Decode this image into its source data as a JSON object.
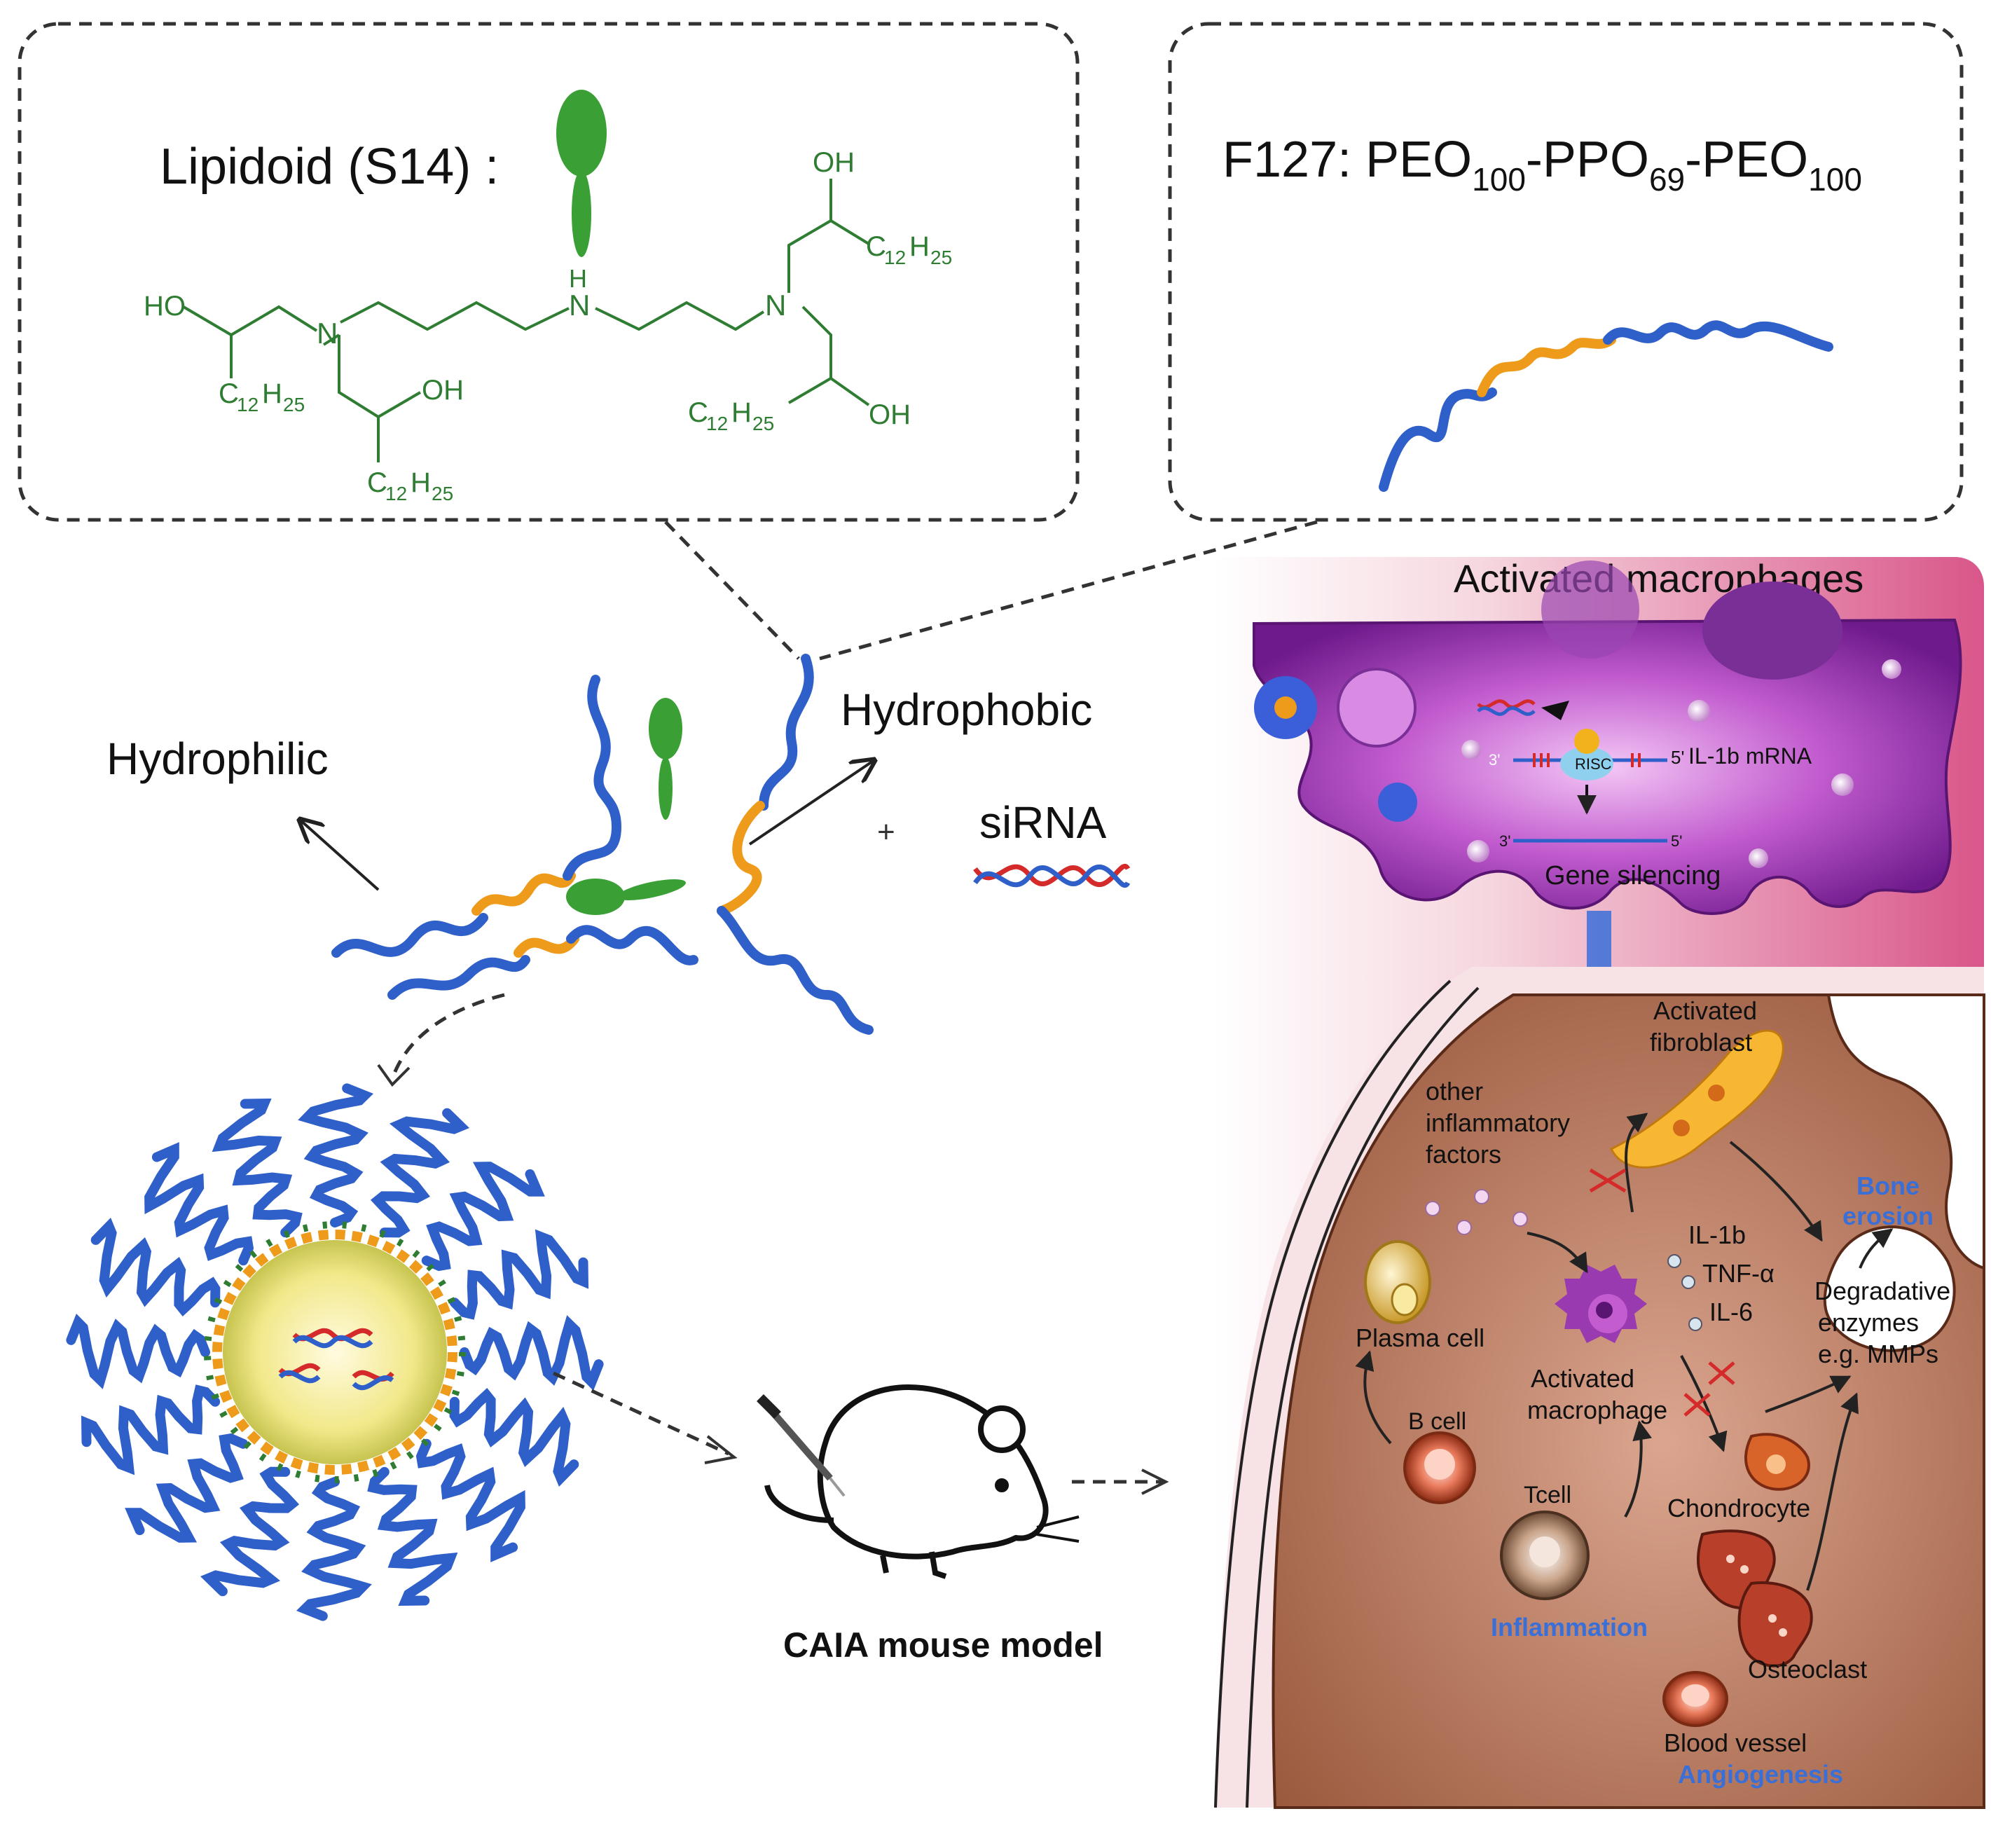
{
  "lipidoid": {
    "title": "Lipidoid (S14) :",
    "atoms": {
      "ho": "HO",
      "oh": "OH",
      "n": "N",
      "nh_h": "H",
      "nh_n": "N",
      "c": "C",
      "h": "H",
      "sub12": "12",
      "sub25": "25"
    }
  },
  "f127": {
    "prefix": "F127: PEO",
    "sub1": "100",
    "mid": "-PPO",
    "sub2": "69",
    "mid2": "-PEO",
    "sub3": "100"
  },
  "labels": {
    "hydrophilic": "Hydrophilic",
    "hydrophobic": "Hydrophobic",
    "plus": "+",
    "sirna": "siRNA",
    "mouse_model": "CAIA mouse model"
  },
  "panel": {
    "title": "Activated macrophages",
    "il1b_mrna": "IL-1b mRNA",
    "risc": "RISC",
    "three_prime": "3'",
    "five_prime": "5'",
    "gene_silencing": "Gene silencing",
    "activated_fibroblast_1": "Activated",
    "activated_fibroblast_2": "fibroblast",
    "other_1": "other",
    "other_2": "inflammatory",
    "other_3": "factors",
    "bone_1": "Bone",
    "bone_2": "erosion",
    "il1b": "IL-1b",
    "tnfa": "TNF-α",
    "il6": "IL-6",
    "degradative_1": "Degradative",
    "degradative_2": "enzymes",
    "degradative_3": "e.g. MMPs",
    "plasma_cell": "Plasma cell",
    "activated_macrophage_1": "Activated",
    "activated_macrophage_2": "macrophage",
    "b_cell": "B cell",
    "t_cell": "Tcell",
    "chondrocyte": "Chondrocyte",
    "inflammation": "Inflammation",
    "osteoclast": "Osteoclast",
    "blood_vessel": "Blood vessel",
    "angiogenesis": "Angiogenesis"
  },
  "colors": {
    "peo_blue": "#2f5fc8",
    "ppo_orange": "#ee9a1a",
    "lipid_green": "#3aa035",
    "macrophage_purple": "#8e2aa8",
    "tissue_brown": "#9a5a3e",
    "panel_pink": "#d9568a",
    "accent_blue": "#3a6fd8"
  }
}
